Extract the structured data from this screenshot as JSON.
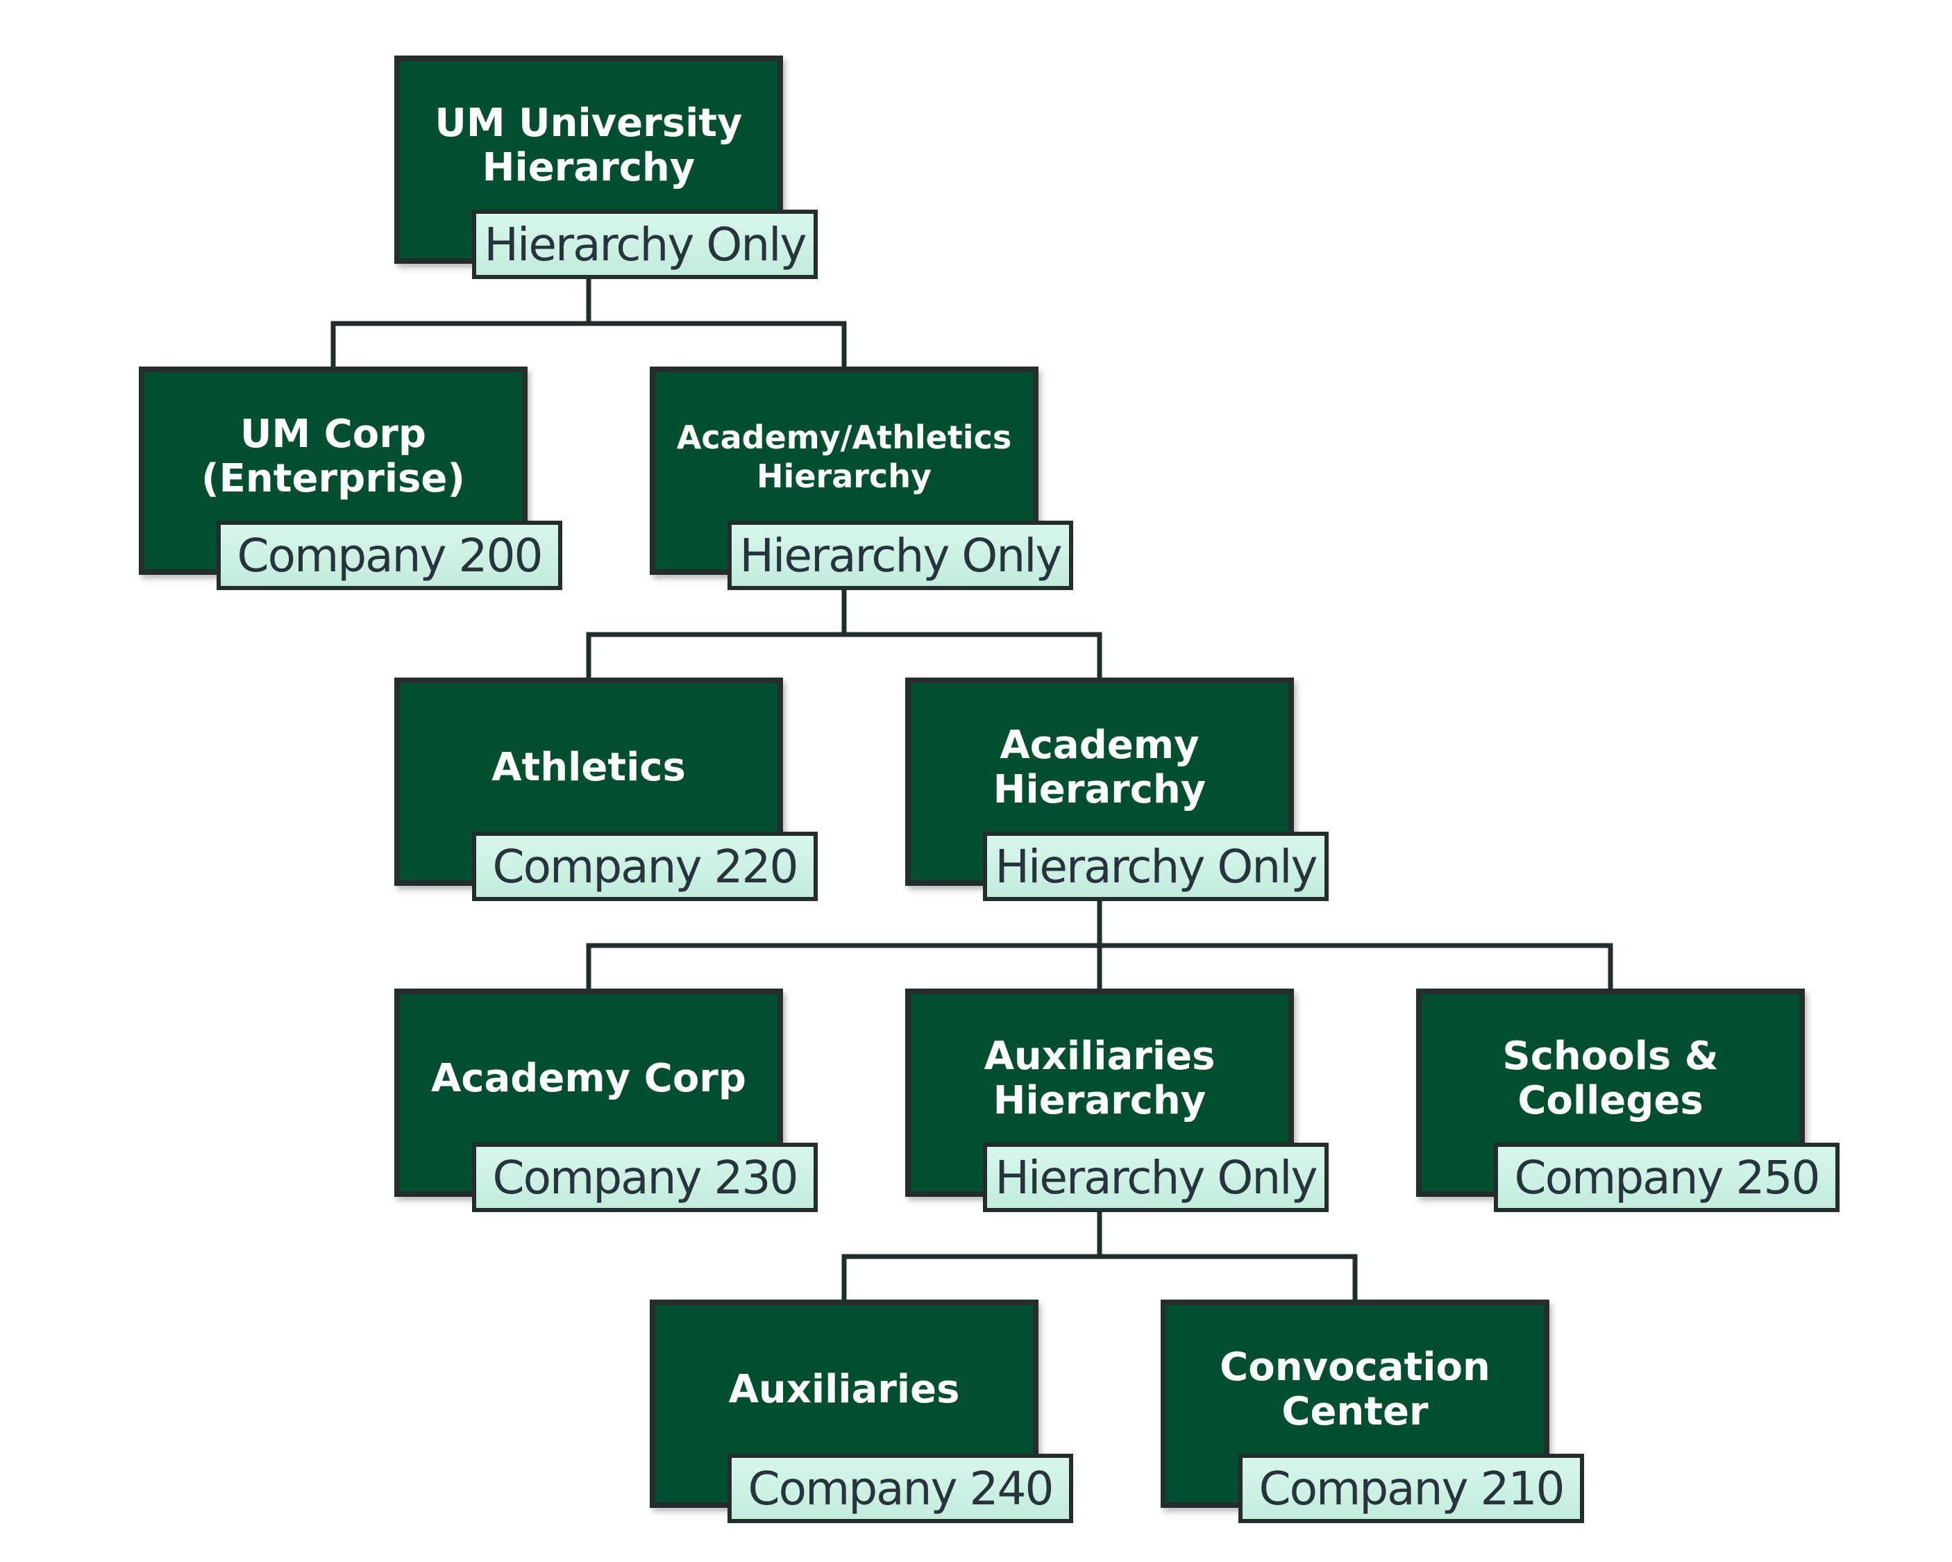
{
  "diagram": {
    "nodes": [
      {
        "id": "um-university",
        "title": "UM University\nHierarchy",
        "tag": "Hierarchy Only"
      },
      {
        "id": "um-corp",
        "title": "UM Corp\n(Enterprise)",
        "tag": "Company 200"
      },
      {
        "id": "academy-athletics",
        "title": "Academy/Athletics\nHierarchy",
        "tag": "Hierarchy Only"
      },
      {
        "id": "athletics",
        "title": "Athletics",
        "tag": "Company 220"
      },
      {
        "id": "academy-hierarchy",
        "title": "Academy\nHierarchy",
        "tag": "Hierarchy Only"
      },
      {
        "id": "academy-corp",
        "title": "Academy Corp",
        "tag": "Company 230"
      },
      {
        "id": "auxiliaries-hierarchy",
        "title": "Auxiliaries\nHierarchy",
        "tag": "Hierarchy Only"
      },
      {
        "id": "schools-colleges",
        "title": "Schools &\nColleges",
        "tag": "Company 250"
      },
      {
        "id": "auxiliaries",
        "title": "Auxiliaries",
        "tag": "Company 240"
      },
      {
        "id": "convocation-center",
        "title": "Convocation\nCenter",
        "tag": "Company 210"
      }
    ],
    "edges": [
      {
        "from": "um-university",
        "to": "um-corp"
      },
      {
        "from": "um-university",
        "to": "academy-athletics"
      },
      {
        "from": "academy-athletics",
        "to": "athletics"
      },
      {
        "from": "academy-athletics",
        "to": "academy-hierarchy"
      },
      {
        "from": "academy-hierarchy",
        "to": "academy-corp"
      },
      {
        "from": "academy-hierarchy",
        "to": "auxiliaries-hierarchy"
      },
      {
        "from": "academy-hierarchy",
        "to": "schools-colleges"
      },
      {
        "from": "auxiliaries-hierarchy",
        "to": "auxiliaries"
      },
      {
        "from": "auxiliaries-hierarchy",
        "to": "convocation-center"
      }
    ],
    "colors": {
      "node_fill": "#024f30",
      "node_border": "#232d2d",
      "tag_fill": "#cdf3e4",
      "tag_text": "#27333d",
      "connector": "#232d2d"
    }
  }
}
